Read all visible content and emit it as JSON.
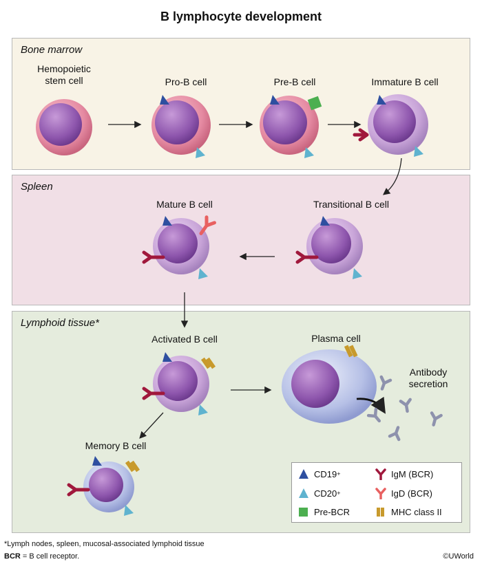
{
  "title": "B lymphocyte development",
  "panels": [
    {
      "label": "Bone marrow"
    },
    {
      "label": "Spleen"
    },
    {
      "label": "Lymphoid tissue*"
    }
  ],
  "cells": {
    "hsc": "Hemopoietic\nstem cell",
    "pro_b": "Pro-B cell",
    "pre_b": "Pre-B cell",
    "immature_b": "Immature B cell",
    "transitional_b": "Transitional B cell",
    "mature_b": "Mature B cell",
    "activated_b": "Activated B cell",
    "plasma": "Plasma cell",
    "memory_b": "Memory B cell",
    "antibody": "Antibody\nsecretion"
  },
  "legend": {
    "cd19": "CD19",
    "cd19_sup": "+",
    "cd20": "CD20",
    "cd20_sup": "+",
    "pre_bcr": "Pre-BCR",
    "igm": "IgM (BCR)",
    "igd": "IgD (BCR)",
    "mhc2": "MHC class II"
  },
  "footnotes": {
    "line1": "*Lymph nodes, spleen, mucosal-associated lymphoid tissue",
    "bcr_bold": "BCR",
    "bcr_rest": " = B cell receptor."
  },
  "copyright": "©UWorld",
  "colors": {
    "cd19": "#2e4fa0",
    "cd20": "#5fb3cf",
    "pre_bcr": "#4caf50",
    "igm": "#a0183c",
    "igd": "#e86060",
    "mhc2": "#c89a2c"
  }
}
